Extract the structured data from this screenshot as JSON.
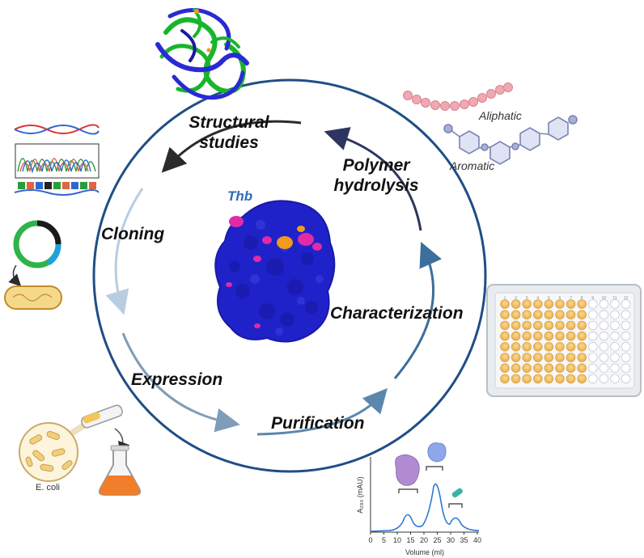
{
  "center": {
    "label": "Thb"
  },
  "stages": {
    "structural_line1": "Structural",
    "structural_line2": "studies",
    "polymer_line1": "Polymer",
    "polymer_line2": "hydrolysis",
    "cloning": "Cloning",
    "characterization": "Characterization",
    "expression": "Expression",
    "purification": "Purification"
  },
  "polymers": {
    "aliphatic": "Aliphatic",
    "aromatic": "Aromatic"
  },
  "expression_host": {
    "label": "E. coli"
  },
  "plate": {
    "columns": [
      "1",
      "2",
      "3",
      "4",
      "5",
      "6",
      "7",
      "8",
      "9",
      "10",
      "11",
      "12"
    ]
  },
  "chromatogram": {
    "xlabel": "Volume (ml)",
    "ylabel": "A₂₈₀ (mAU)",
    "xticks": [
      "0",
      "5",
      "10",
      "15",
      "20",
      "25",
      "30",
      "35",
      "40"
    ]
  },
  "colors": {
    "cycle_circle": "#1f4e86",
    "protein_surface": "#1f22c8",
    "surface_magenta": "#e02aa8",
    "surface_orange": "#f09a1e",
    "plate_well_filled": "#f4c46e",
    "flask_liquid": "#f07e2a"
  }
}
